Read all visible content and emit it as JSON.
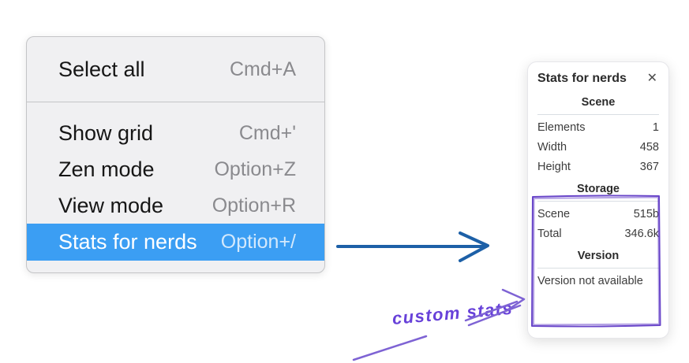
{
  "context_menu": {
    "items": [
      {
        "label": "Select all",
        "shortcut": "Cmd+A",
        "highlighted": false
      },
      {
        "label": "Show grid",
        "shortcut": "Cmd+'",
        "highlighted": false
      },
      {
        "label": "Zen mode",
        "shortcut": "Option+Z",
        "highlighted": false
      },
      {
        "label": "View mode",
        "shortcut": "Option+R",
        "highlighted": false
      },
      {
        "label": "Stats for nerds",
        "shortcut": "Option+/",
        "highlighted": true
      }
    ]
  },
  "stats_panel": {
    "title": "Stats for nerds",
    "close_icon": "✕",
    "sections": [
      {
        "heading": "Scene",
        "rows": [
          {
            "label": "Elements",
            "value": "1"
          },
          {
            "label": "Width",
            "value": "458"
          },
          {
            "label": "Height",
            "value": "367"
          }
        ]
      },
      {
        "heading": "Storage",
        "rows": [
          {
            "label": "Scene",
            "value": "515b"
          },
          {
            "label": "Total",
            "value": "346.6k"
          }
        ]
      },
      {
        "heading": "Version",
        "note": "Version not available"
      }
    ]
  },
  "annotation": {
    "text": "custom stats"
  },
  "colors": {
    "menu_highlight": "#3b9ef3",
    "flow_arrow_blue": "#1d60a7",
    "sketch_purple": "#6946c9",
    "annotation_purple": "#6741d9",
    "annotation_stroke_purple": "#7e63d4"
  }
}
